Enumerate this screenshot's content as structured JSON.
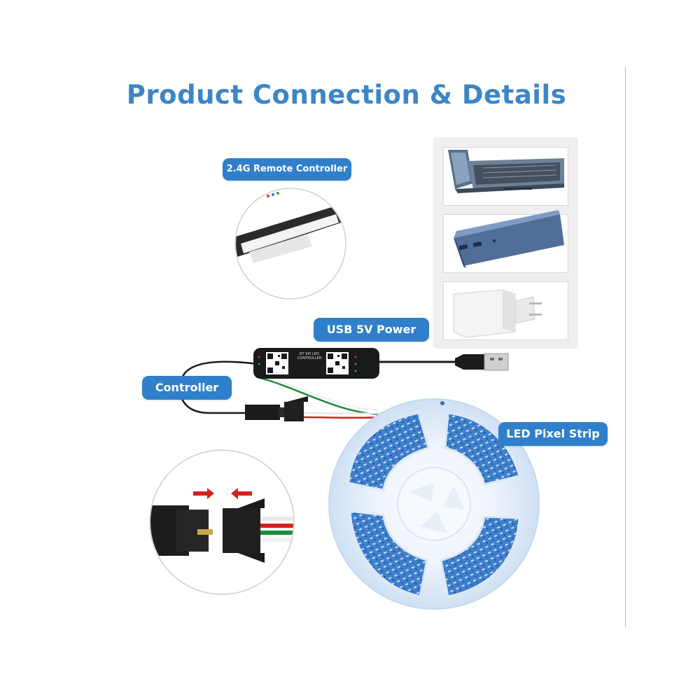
{
  "title": "Product Connection & Details",
  "labels": {
    "remote": "2.4G Remote Controller",
    "usb": "USB 5V Power",
    "controller": "Controller",
    "strip": "LED Pixel Strip"
  },
  "device_print": {
    "line1": "BT SPI LED",
    "line2": "CONTROLLER"
  },
  "colors": {
    "accent": "#2f7fca",
    "title": "#3d86c6",
    "cable": "#1b1b1b",
    "wire_red": "#d42020",
    "wire_green": "#1e8a3a",
    "led_blue": "#4a8ad4"
  },
  "icons": [
    "laptop-icon",
    "power-bank-icon",
    "usb-wall-adapter-icon",
    "remote-control-icon",
    "connector-icon",
    "led-strip-reel-icon"
  ]
}
